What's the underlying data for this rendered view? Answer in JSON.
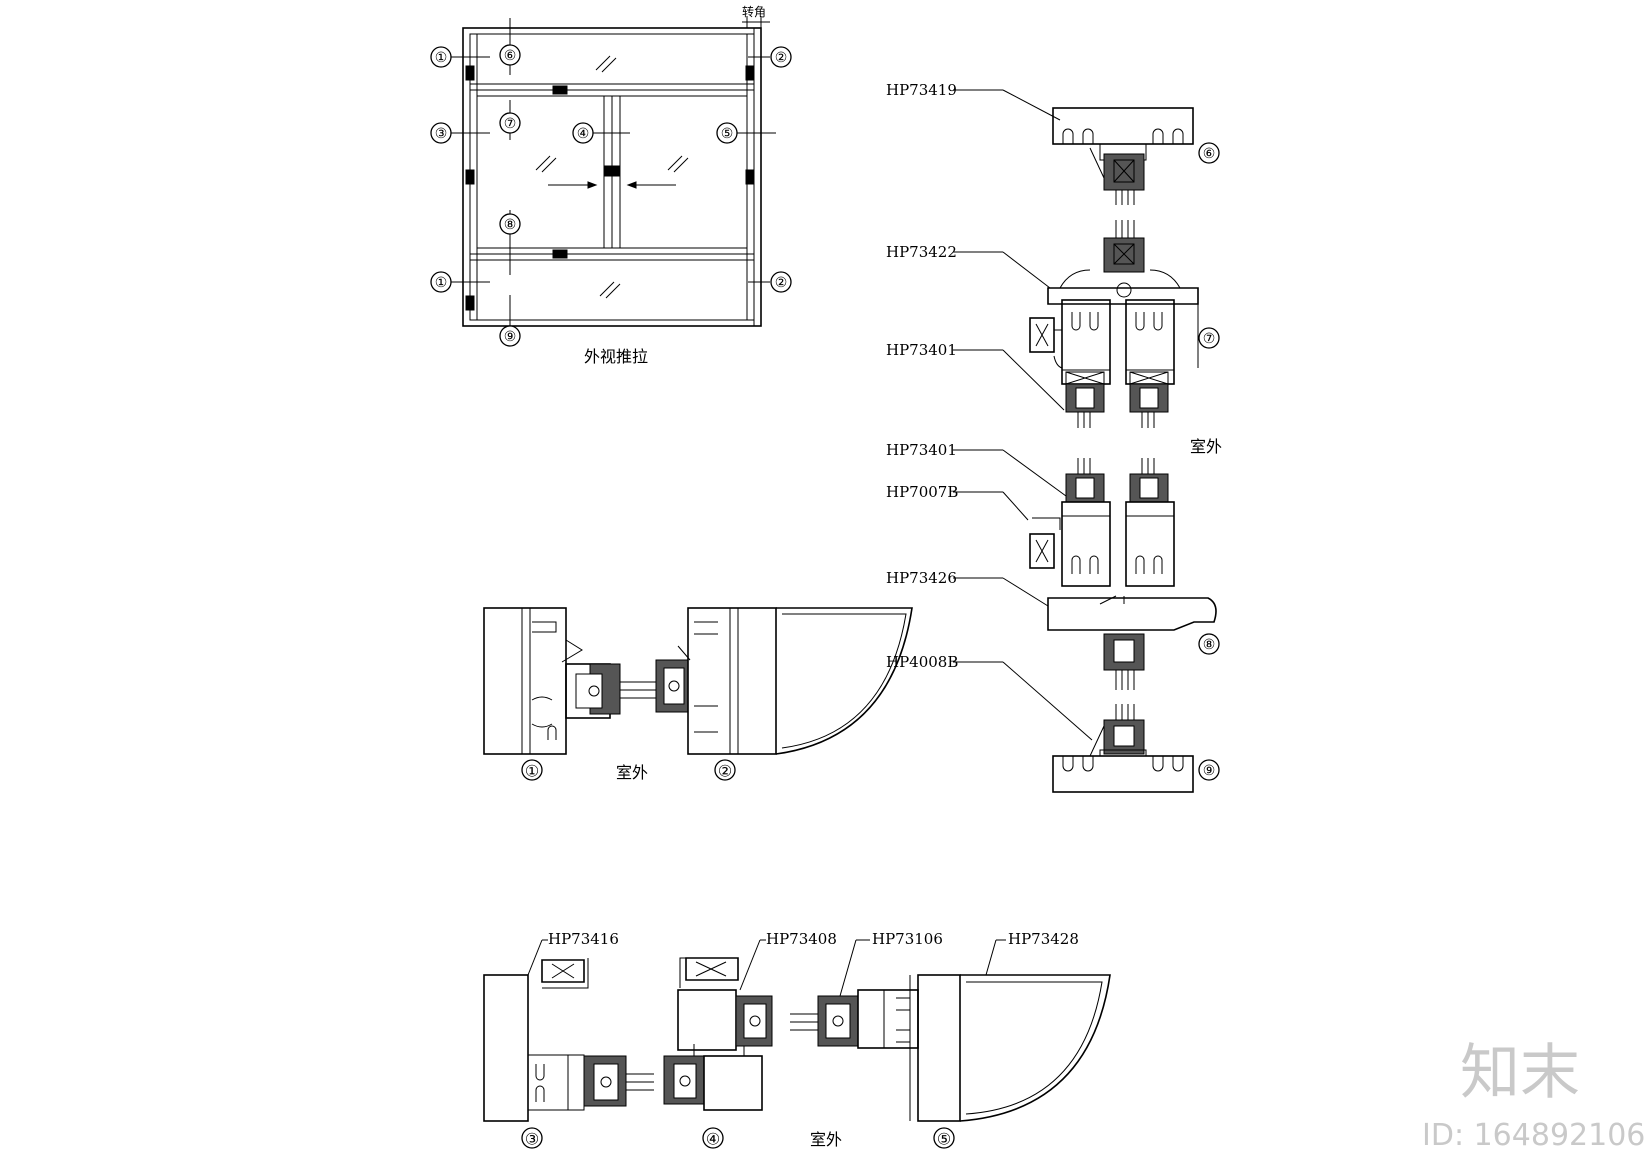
{
  "elevation": {
    "caption": "外视推拉",
    "corner_note": "转角"
  },
  "marker_numbers": [
    "①",
    "②",
    "③",
    "④",
    "⑤",
    "⑥",
    "⑦",
    "⑧",
    "⑨"
  ],
  "parts": {
    "p6_top": "HP73419",
    "p7_mid": "HP73422",
    "p7_sash": "HP73401",
    "p8_sash": "HP73401",
    "p8_interlock": "HP7007B",
    "p8_mid": "HP73426",
    "p9_bottom": "HP4008B",
    "s3": "HP73416",
    "s4": "HP73408",
    "s4b": "HP73106",
    "s5": "HP73428"
  },
  "labels": {
    "outside_a": "室外",
    "outside_b": "室外",
    "outside_c": "室外"
  },
  "watermark": {
    "brand": "知末",
    "id": "ID: 164892106"
  }
}
